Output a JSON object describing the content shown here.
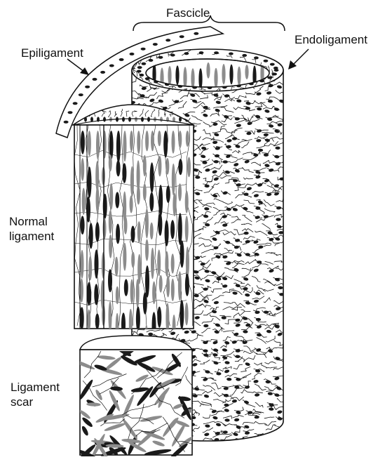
{
  "labels": {
    "fascicle": "Fascicle",
    "epiligament": "Epiligament",
    "endoligament": "Endoligament",
    "normal_ligament": [
      "Normal",
      "ligament"
    ],
    "ligament_scar": [
      "Ligament",
      "scar"
    ]
  },
  "colors": {
    "ink": "#111111",
    "cell_dark": "#1a1a1a",
    "cell_gray": "#8c8c8c",
    "background": "#ffffff"
  }
}
